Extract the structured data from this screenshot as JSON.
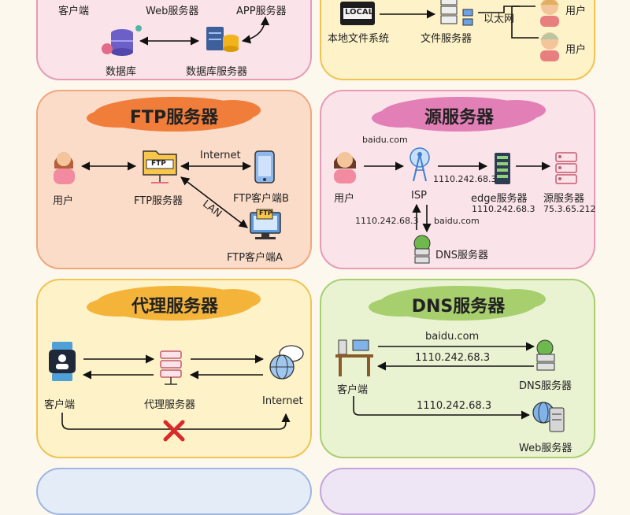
{
  "top_left": {
    "client": "客户端",
    "web_server": "Web服务器",
    "app_server": "APP服务器",
    "database": "数据库",
    "db_server": "数据库服务器"
  },
  "top_right": {
    "local_badge": "LOCAL",
    "local_fs": "本地文件系统",
    "file_server": "文件服务器",
    "ethernet": "以太网",
    "user1": "用户",
    "user2": "用户"
  },
  "ftp": {
    "title": "FTP服务器",
    "user": "用户",
    "server": "FTP服务器",
    "server_icon_text": "FTP",
    "internet": "Internet",
    "lan": "LAN",
    "client_b": "FTP客户端B",
    "client_a": "FTP客户端A",
    "client_a_icon_text": "FTP"
  },
  "origin": {
    "title": "源服务器",
    "domain": "baidu.com",
    "user": "用户",
    "isp": "ISP",
    "ip_to_edge": "1110.242.68.3",
    "edge": "edge服务器",
    "edge_ip": "1110.242.68.3",
    "origin_server": "源服务器",
    "origin_ip": "75.3.65.212",
    "ip_left": "1110.242.68.3",
    "dns_query": "baidu.com",
    "dns": "DNS服务器"
  },
  "proxy": {
    "title": "代理服务器",
    "client": "客户端",
    "proxy": "代理服务器",
    "internet": "Internet"
  },
  "dns": {
    "title": "DNS服务器",
    "query": "baidu.com",
    "reply": "1110.242.68.3",
    "client": "客户端",
    "dns_server": "DNS服务器",
    "request": "1110.242.68.3",
    "web_server": "Web服务器"
  },
  "colors": {
    "panel_pink": "#fbe3ea",
    "panel_yellow": "#fdf2c8",
    "panel_peach": "#fbdcc8",
    "panel_green": "#e9f3d2",
    "blob_orange": "#f07d3a",
    "blob_pink": "#e27fb6",
    "blob_yellow": "#f4b43a",
    "blob_green": "#a7cf6d"
  }
}
